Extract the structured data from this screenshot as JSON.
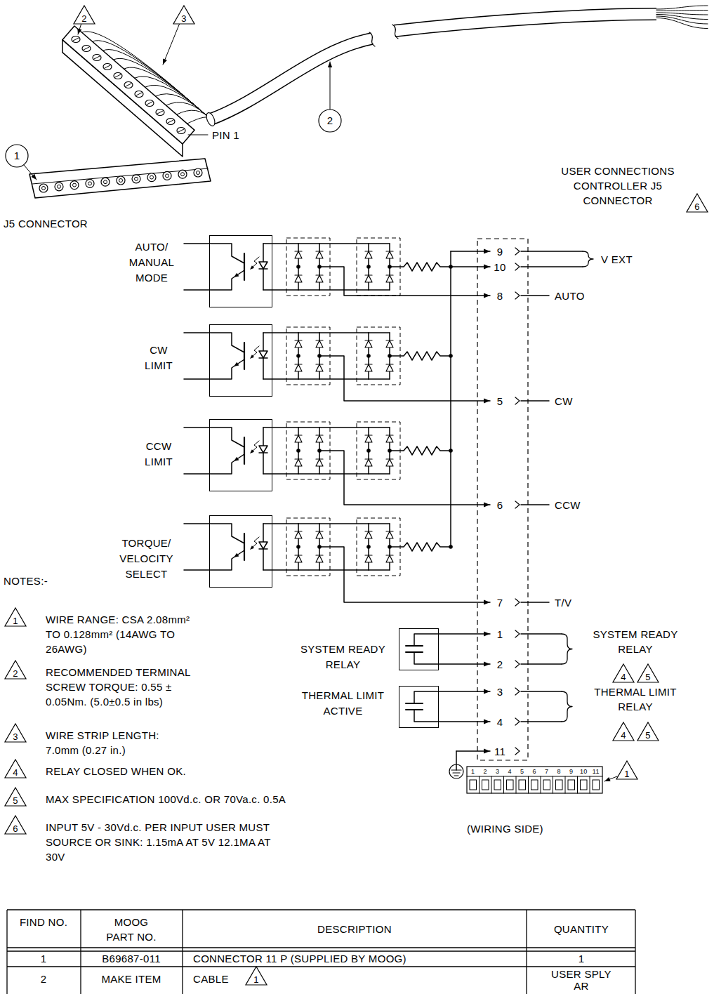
{
  "diagram": {
    "nodes": [
      {
        "text": [
          "AUTO/ MANUAL MODE"
        ]
      },
      {
        "text": [
          "CW LIMIT"
        ]
      },
      {
        "text": [
          "CCW LIMIT"
        ]
      },
      {
        "text": [
          "TORQUE/ VELOCITY SELECT"
        ]
      },
      {
        "text": [
          "SYSTEM READY RELAY"
        ]
      },
      {
        "text": [
          "THERMAL LIMIT ACTIVE"
        ]
      }
    ],
    "labels": [
      "2",
      "3",
      "PIN 1",
      "2",
      "1",
      "USER CONNECTIONS CONTROLLER J5 CONNECTOR",
      "6",
      "J5 CONNECTOR",
      "9",
      "10",
      "V EXT",
      "8",
      "AUTO",
      "5",
      "CW",
      "6",
      "CCW",
      "7",
      "T/V",
      "1",
      "2",
      "SYSTEM READY RELAY",
      "4",
      "5",
      "3",
      "4",
      "THERMAL LIMIT RELAY",
      "4",
      "5",
      "11",
      "NOTES:-",
      "1",
      "WIRE RANGE: CSA 2.08mm² TO 0.128mm² (14AWG TO 26AWG)",
      "2",
      "RECOMMENDED TERMINAL SCREW TORQUE: 0.55 ± 0.05Nm. (5.0±0.5 in lbs)",
      "3",
      "WIRE STRIP LENGTH: 7.0mm (0.27 in.)",
      "4",
      "RELAY CLOSED WHEN OK.",
      "5",
      "MAX SPECIFICATION 100Vd.c. OR 70Va.c. 0.5A",
      "6",
      "INPUT 5V - 30Vd.c. PER INPUT USER MUST SOURCE OR SINK: 1.15mA AT 5V 12.1MA AT 30V",
      "1",
      "2",
      "3",
      "4",
      "5",
      "6",
      "7",
      "8",
      "9",
      "10",
      "11",
      "1",
      "(WIRING SIDE)",
      "FIND NO.",
      "MOOG PART NO.",
      "DESCRIPTION",
      "QUANTITY",
      "1",
      "B69687-011",
      "CONNECTOR 11 P (SUPPLIED BY MOOG)",
      "1",
      "2",
      "MAKE ITEM",
      "CABLE",
      "1",
      "USER SPLY AR"
    ]
  }
}
